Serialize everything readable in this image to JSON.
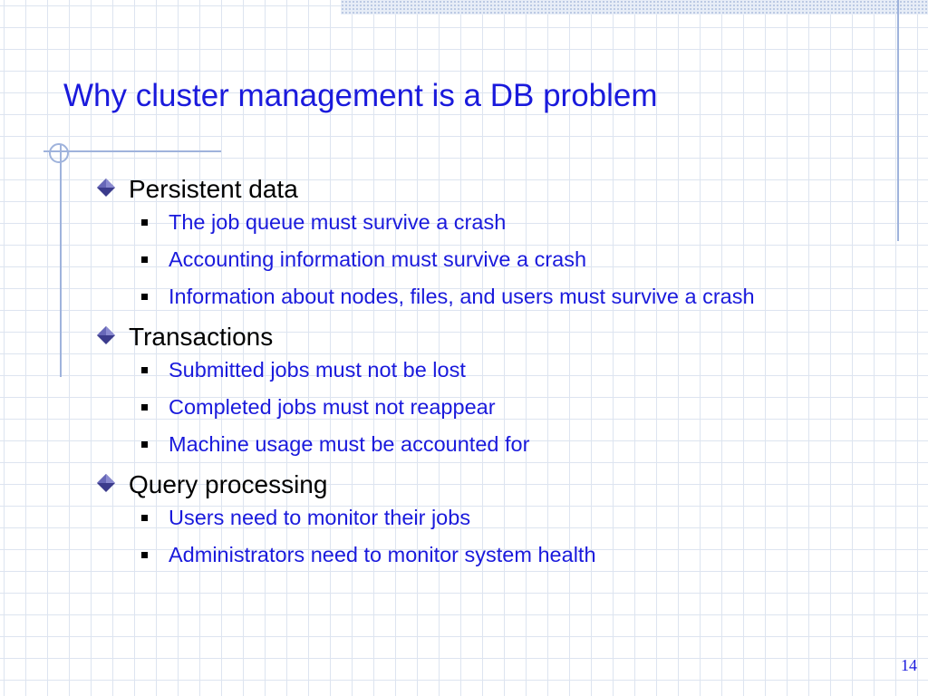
{
  "slide": {
    "title": "Why cluster management is a DB problem",
    "page_number": "14",
    "colors": {
      "title": "#1a1adc",
      "sub_text": "#1a1adc",
      "main_text": "#000000",
      "bullet_diamond": "#3b3b8c",
      "grid": "#dde4f0",
      "accent_lines": "#9fb3dc"
    },
    "bullets": [
      {
        "text": "Persistent data",
        "icon": "diamond-bullet-icon",
        "sub": [
          "The job queue must survive a crash",
          "Accounting information must survive a crash",
          "Information about nodes, files, and users must survive a crash"
        ]
      },
      {
        "text": "Transactions",
        "icon": "diamond-bullet-icon",
        "sub": [
          "Submitted jobs must not be lost",
          "Completed jobs must not reappear",
          "Machine usage must be accounted for"
        ]
      },
      {
        "text": "Query processing",
        "icon": "diamond-bullet-icon",
        "sub": [
          "Users need to monitor their jobs",
          "Administrators need to monitor system health"
        ]
      }
    ]
  }
}
